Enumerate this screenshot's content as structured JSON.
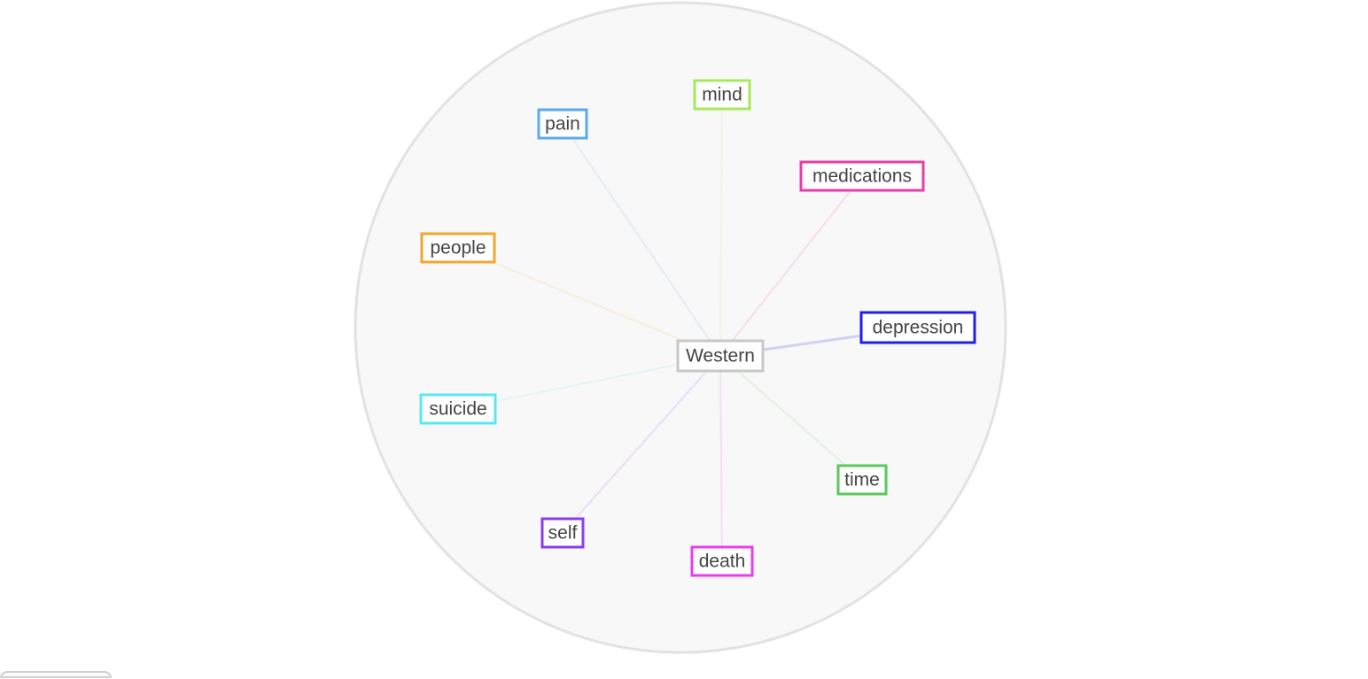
{
  "center": {
    "label": "Western",
    "color": "#c8c8c8"
  },
  "terms": [
    {
      "label": "mind",
      "color": "#a6e85a"
    },
    {
      "label": "pain",
      "color": "#5aaaf0"
    },
    {
      "label": "medications",
      "color": "#e83ca8"
    },
    {
      "label": "people",
      "color": "#f0a830"
    },
    {
      "label": "depression",
      "color": "#1e1ef0"
    },
    {
      "label": "suicide",
      "color": "#5ae8f0"
    },
    {
      "label": "time",
      "color": "#5ac85a"
    },
    {
      "label": "self",
      "color": "#8c3cf0"
    },
    {
      "label": "death",
      "color": "#e83cf0"
    }
  ],
  "colors": {
    "circle_fill": "#f8f8f8",
    "circle_stroke": "#e2e2e2",
    "text": "#444444"
  }
}
